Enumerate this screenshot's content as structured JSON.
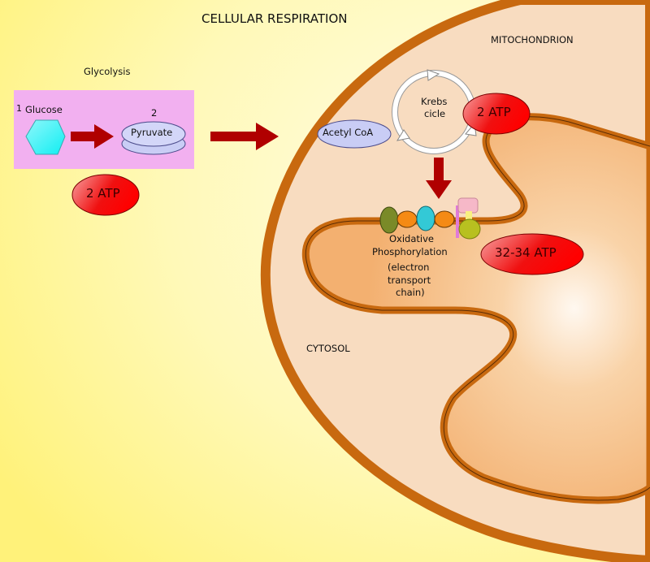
{
  "title": "CELLULAR RESPIRATION",
  "glycolysis": {
    "heading": "Glycolysis",
    "glucose": {
      "number": "1",
      "label": "Glucose"
    },
    "pyruvate": {
      "number": "2",
      "label": "Pyruvate"
    },
    "atp": "2 ATP"
  },
  "mitochondrion": {
    "label": "MITOCHONDRION",
    "acetyl_coa": "Acetyl CoA",
    "krebs": {
      "line1": "Krebs",
      "line2": "cicle",
      "atp": "2 ATP"
    },
    "oxphos": {
      "line1": "Oxidative",
      "line2": "Phosphorylation",
      "line3": "(electron",
      "line4": "transport",
      "line5": "chain)",
      "atp": "32-34 ATP"
    }
  },
  "cytosol_label": "CYTOSOL",
  "colors": {
    "background_yellow": "#fff799",
    "membrane_brown": "#c8690f",
    "intermembrane_peach": "#f8dcc0",
    "matrix_orange": "#f5b87a",
    "glycolysis_box": "#f2b0f0",
    "glucose_cyan": "#33f0f5",
    "pyruvate_lavender": "#c9cdf5",
    "atp_red": "#f01010",
    "arrow_darkred": "#b00000"
  }
}
